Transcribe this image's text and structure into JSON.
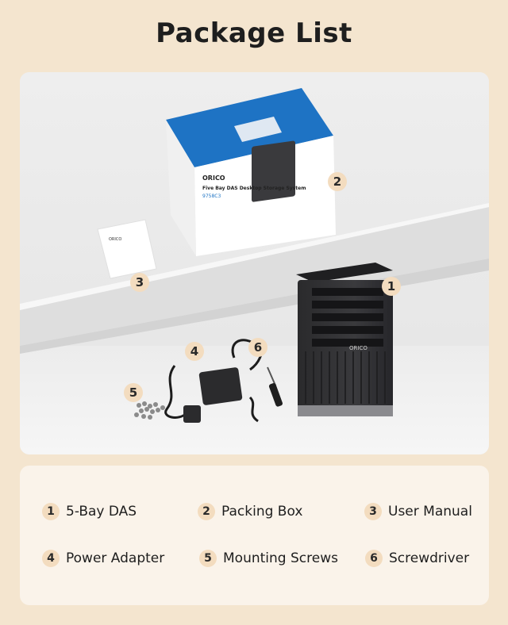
{
  "title": "Package List",
  "photo": {
    "box_brand": "ORICO",
    "box_title": "Five Bay DAS Desktop Storage System",
    "box_model": "9758C3",
    "device_brand": "ORICO",
    "manual_brand": "ORICO",
    "callouts": [
      "1",
      "2",
      "3",
      "4",
      "5",
      "6"
    ]
  },
  "items": [
    {
      "num": "1",
      "label": "5-Bay DAS"
    },
    {
      "num": "2",
      "label": "Packing Box"
    },
    {
      "num": "3",
      "label": "User Manual"
    },
    {
      "num": "4",
      "label": "Power Adapter"
    },
    {
      "num": "5",
      "label": "Mounting Screws"
    },
    {
      "num": "6",
      "label": "Screwdriver"
    }
  ],
  "colors": {
    "background": "#f4e5cf",
    "badge": "#f3dcbf",
    "box_blue": "#1e73c4"
  }
}
